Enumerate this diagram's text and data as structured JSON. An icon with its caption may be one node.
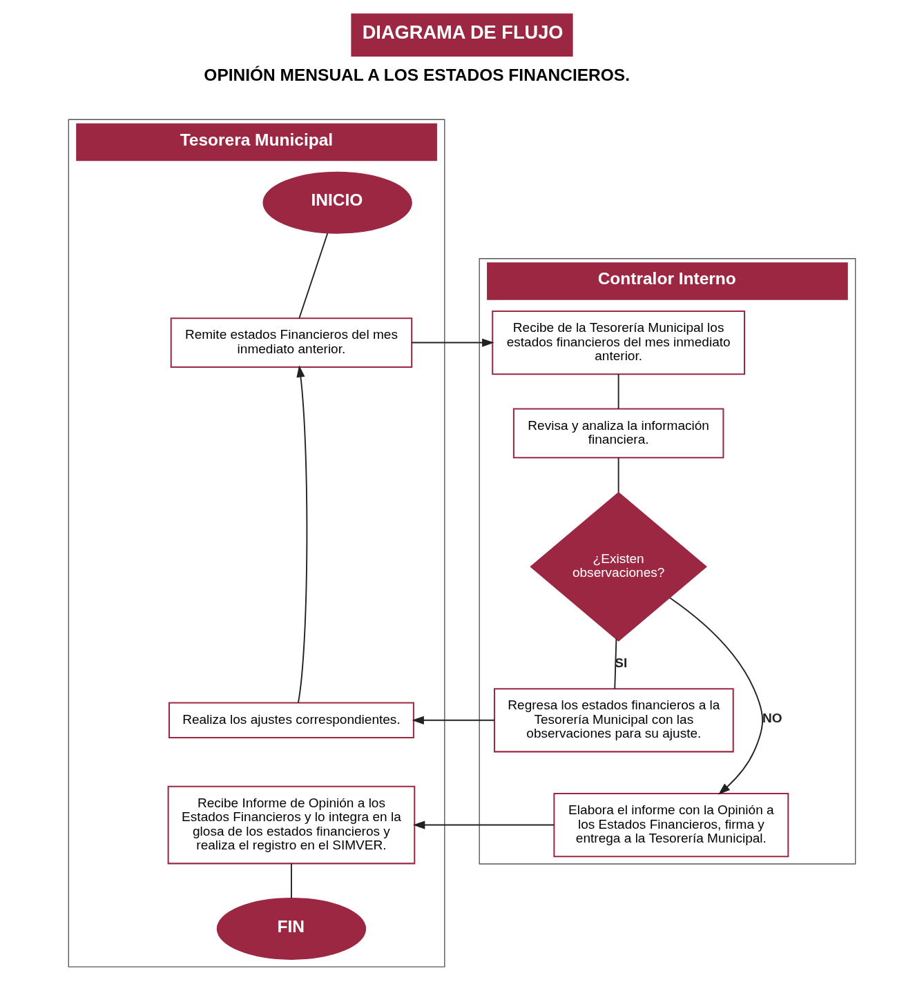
{
  "diagram": {
    "title": "DIAGRAMA DE FLUJO",
    "nodes": [
      {
        "text": [
          "Tesorera Municipal"
        ]
      },
      {
        "text": [
          "Contralor Interno"
        ]
      },
      {
        "text": [
          "INICIO"
        ],
        "in": 0
      },
      {
        "text": [
          "Remite estados Financieros del mes inmediato anterior."
        ],
        "in": 0
      },
      {
        "text": [
          "Recibe de la Tesorería Municipal los estados financieros del mes inmediato anterior."
        ],
        "in": 1
      },
      {
        "text": [
          "Revisa y analiza la información financiera."
        ],
        "in": 1
      },
      {
        "text": [
          "¿Existen observaciones?"
        ],
        "in": 1
      },
      {
        "text": [
          "Regresa los estados financieros a la Tesorería Municipal con las observaciones para su ajuste."
        ],
        "in": 1
      },
      {
        "text": [
          "Realiza los ajustes correspondientes."
        ],
        "in": 0
      },
      {
        "text": [
          "Elabora el informe con la Opinión a los Estados Financieros, firma y entrega a la Tesorería Municipal."
        ],
        "in": 1
      },
      {
        "text": [
          "Recibe Informe de Opinión a los Estados Financieros y lo integra en la glosa de los estados financieros y realiza el registro en el SIMVER."
        ],
        "in": 0
      },
      {
        "text": [
          "FIN"
        ],
        "in": 0
      }
    ],
    "edges": [
      {
        "from": 2,
        "to": 3,
        "arrow": "none"
      },
      {
        "from": 3,
        "to": 4,
        "arrow": "to"
      },
      {
        "from": 4,
        "to": 5,
        "arrow": "none"
      },
      {
        "from": 5,
        "to": 6,
        "arrow": "none"
      },
      {
        "from": 6,
        "to": 7,
        "arrow": "none",
        "label": "SI"
      },
      {
        "from": 6,
        "to": 9,
        "arrow": "to",
        "label": "NO"
      },
      {
        "from": 7,
        "to": 8,
        "arrow": "to"
      },
      {
        "from": 8,
        "to": 3,
        "arrow": "to"
      },
      {
        "from": 9,
        "to": 10,
        "arrow": "to"
      },
      {
        "from": 10,
        "to": 11,
        "arrow": "none"
      }
    ],
    "labels": [
      "OPINIÓN MENSUAL A LOS ESTADOS FINANCIEROS."
    ]
  }
}
